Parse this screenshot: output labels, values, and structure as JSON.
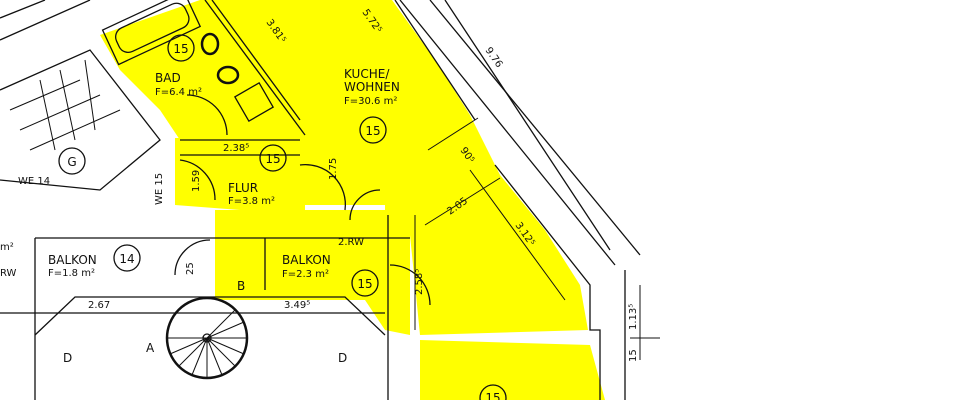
{
  "colors": {
    "highlight": "#ffff00",
    "lines": "#111111",
    "background": "#ffffff"
  },
  "rooms": {
    "bad": {
      "name": "BAD",
      "area": "F=6.4 m²"
    },
    "kueche": {
      "name1": "KUCHE/",
      "name2": "WOHNEN",
      "area": "F=30.6 m²"
    },
    "flur": {
      "name": "FLUR",
      "area": "F=3.8 m²"
    },
    "balkon15": {
      "name": "BALKON",
      "area": "F=2.3 m²"
    },
    "balkon14": {
      "name": "BALKON",
      "area": "F=1.8 m²"
    },
    "partial_area": "m²"
  },
  "unit_markers": {
    "u15": "15",
    "u14": "14",
    "g": "G"
  },
  "labels": {
    "we14": "WE 14",
    "we15": "WE 15",
    "rw2": "2.RW",
    "rw": "RW",
    "b": "B",
    "a": "A",
    "d": "D"
  },
  "dimensions": {
    "d238": "2.38⁵",
    "d159": "1.59",
    "d175": "1.75",
    "d381": "3.81⁵",
    "d572": "5.72⁵",
    "d976": "9.76",
    "d90": "90⁵",
    "d205": "2.05",
    "d312": "3.12⁵",
    "d258": "2.58⁵",
    "d113": "1.13⁵",
    "d15": "15",
    "d267": "2.67",
    "d349": "3.49⁵",
    "d25": "25"
  }
}
